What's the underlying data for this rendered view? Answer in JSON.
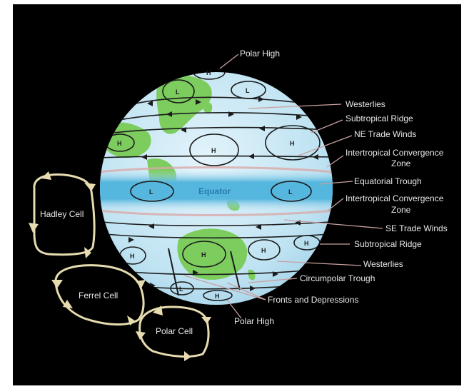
{
  "labels": {
    "polar_high_top": "Polar High",
    "westerlies_top": "Westerlies",
    "subtropical_ridge_top": "Subtropical Ridge",
    "ne_trade_winds": "NE Trade Winds",
    "itcz_top_line1": "Intertropical Convergence",
    "itcz_top_line2": "Zone",
    "equatorial_trough": "Equatorial Trough",
    "itcz_bottom_line1": "Intertropical Convergence",
    "itcz_bottom_line2": "Zone",
    "se_trade_winds": "SE Trade Winds",
    "subtropical_ridge_bottom": "Subtropical Ridge",
    "westerlies_bottom": "Westerlies",
    "circumpolar_trough": "Circumpolar Trough",
    "fronts_and_depressions": "Fronts and Depressions",
    "polar_high_bottom": "Polar High",
    "equator": "Equator"
  },
  "cells": {
    "hadley": "Hadley Cell",
    "ferrel": "Ferrel Cell",
    "polar": "Polar Cell"
  },
  "pressure_systems": {
    "high": "H",
    "low": "L"
  },
  "colors": {
    "background": "#000000",
    "ocean": "#bfe3f2",
    "land": "#7ccc5e",
    "equator_band": "#4cb2dc",
    "cell_arrows": "#e6dcb0",
    "leader_lines": "#c8a0a0"
  }
}
